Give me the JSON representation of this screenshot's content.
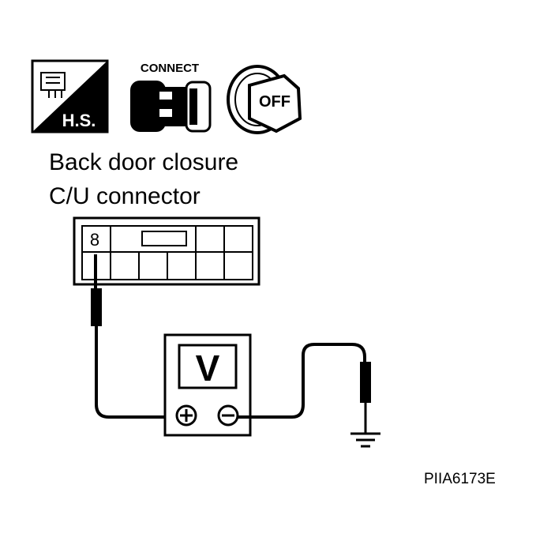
{
  "icons": {
    "hs": {
      "name": "harness-side-icon",
      "label": "H.S."
    },
    "connect": {
      "name": "connect-icon",
      "label": "CONNECT"
    },
    "ignition": {
      "name": "ignition-key-icon",
      "label": "OFF"
    }
  },
  "title": {
    "line1": "Back door closure",
    "line2": "C/U connector"
  },
  "connector": {
    "pin": "8"
  },
  "meter": {
    "label": "V",
    "positive": "+",
    "negative": "−"
  },
  "figure_code": "PIIA6173E"
}
